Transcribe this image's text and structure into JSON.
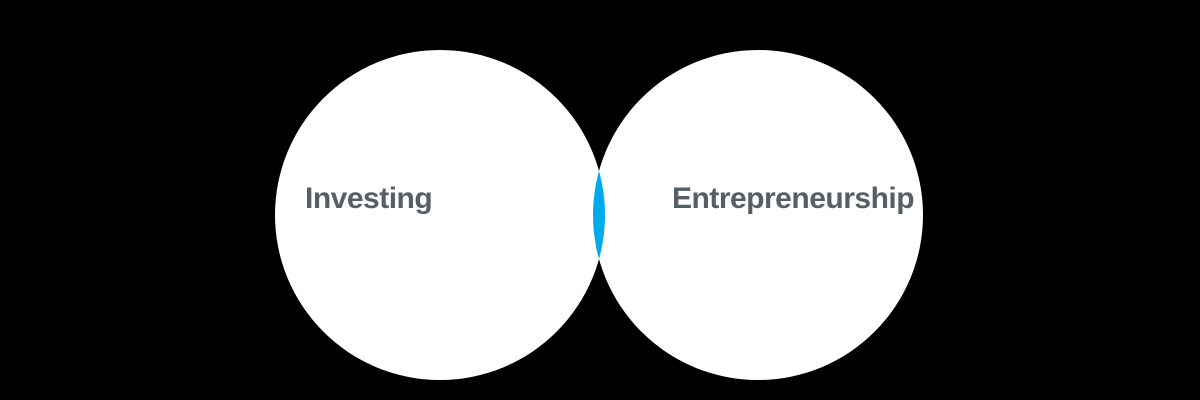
{
  "diagram": {
    "type": "venn",
    "background_color": "#000000",
    "circle_color": "#ffffff",
    "intersection_color": "#00aaeb",
    "label_color": "#555f66",
    "sets": [
      {
        "label": "Investing"
      },
      {
        "label": "Entrepreneurship"
      }
    ],
    "intersection_label": ""
  }
}
